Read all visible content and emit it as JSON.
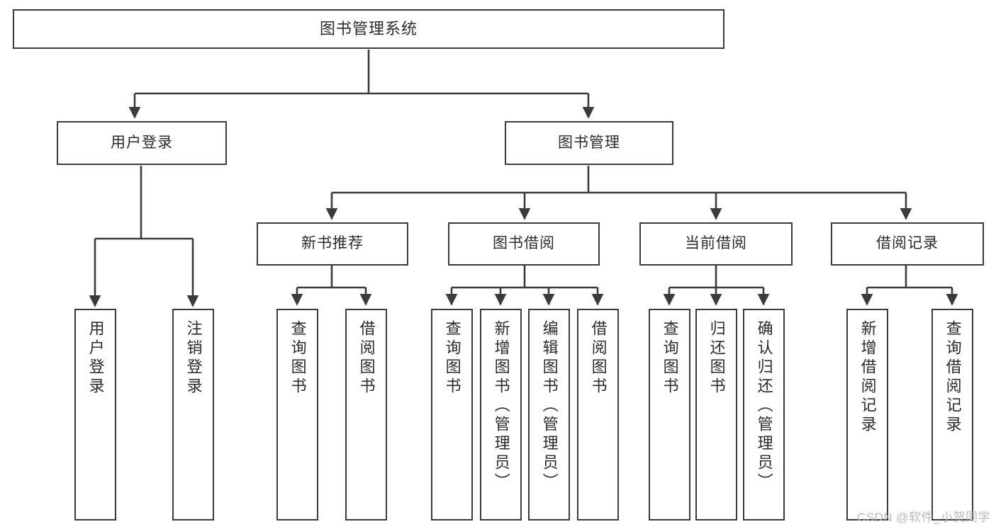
{
  "diagram": {
    "type": "tree",
    "title": "图书管理系统",
    "stroke_color": "#3b3b3b",
    "fill_color": "#ffffff",
    "text_color": "#2b2b2b",
    "watermark": "CSDN @软件_小贺同学"
  },
  "nodes": {
    "root": {
      "label": "图书管理系统"
    },
    "level1": [
      {
        "id": "user-login",
        "label": "用户登录"
      },
      {
        "id": "book-management",
        "label": "图书管理"
      }
    ],
    "level2": [
      {
        "id": "new-book-recommend",
        "label": "新书推荐"
      },
      {
        "id": "book-borrow",
        "label": "图书借阅"
      },
      {
        "id": "current-borrow",
        "label": "当前借阅"
      },
      {
        "id": "borrow-record",
        "label": "借阅记录"
      }
    ],
    "leaves": {
      "user_login": [
        {
          "id": "leaf-user-login",
          "label": "用户登录"
        },
        {
          "id": "leaf-user-logout",
          "label": "注销登录"
        }
      ],
      "new_book_recommend": [
        {
          "id": "leaf-query-book-1",
          "label": "查询图书"
        },
        {
          "id": "leaf-borrow-book-1",
          "label": "借阅图书"
        }
      ],
      "book_borrow": [
        {
          "id": "leaf-query-book-2",
          "label": "查询图书"
        },
        {
          "id": "leaf-add-book",
          "label": "新增图书（管理员）"
        },
        {
          "id": "leaf-edit-book",
          "label": "编辑图书（管理员）"
        },
        {
          "id": "leaf-borrow-book-2",
          "label": "借阅图书"
        }
      ],
      "current_borrow": [
        {
          "id": "leaf-query-book-3",
          "label": "查询图书"
        },
        {
          "id": "leaf-return-book",
          "label": "归还图书"
        },
        {
          "id": "leaf-confirm-return",
          "label": "确认归还（管理员）"
        }
      ],
      "borrow_record": [
        {
          "id": "leaf-add-record",
          "label": "新增借阅记录"
        },
        {
          "id": "leaf-query-record",
          "label": "查询借阅记录"
        }
      ]
    }
  }
}
